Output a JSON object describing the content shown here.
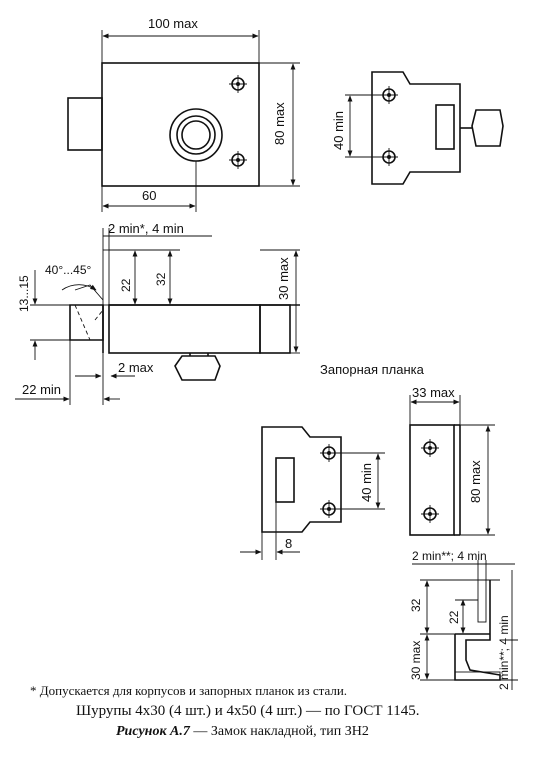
{
  "drawing": {
    "top_view": {
      "width_label": "100 max",
      "height_label": "80 max",
      "offset_label": "60"
    },
    "side_view": {
      "thickness_label": "2 min*, 4 min",
      "angle_label": "40°...45°",
      "range_label": "13...15",
      "dim_22": "22",
      "dim_32": "32",
      "height_label": "30 max",
      "gap_label": "2 max",
      "depth_label": "22 min"
    },
    "strike_top": {
      "spacing_label": "40 min"
    },
    "strike_plate": {
      "title": "Запорная планка",
      "width_label": "33 max",
      "spacing_label": "40 min",
      "height_label": "80 max",
      "offset_label": "8"
    },
    "strike_section": {
      "thickness_label": "2 min**; 4 min",
      "dim_32": "32",
      "dim_22": "22",
      "vertical_label": "2 min**; 4 min",
      "height_label": "30 max"
    }
  },
  "notes": {
    "footnote": "* Допускается для корпусов и запорных планок из стали.",
    "screws": "Шурупы 4x30 (4 шт.) и 4x50 (4 шт.) — по ГОСТ 1145.",
    "caption_prefix": "Рисунок А.7",
    "caption_text": " — Замок накладной, тип ЗН2"
  }
}
